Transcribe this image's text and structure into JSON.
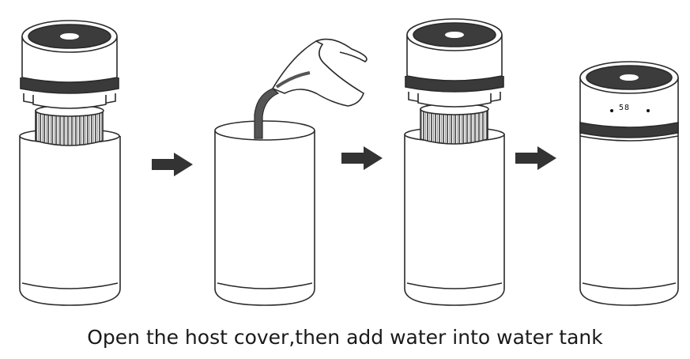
{
  "caption": "Open the host cover,then add water into water tank",
  "display_readout": "58",
  "steps": [
    {
      "id": "step-1",
      "description": "host lifted"
    },
    {
      "id": "step-2",
      "description": "pour water"
    },
    {
      "id": "step-3",
      "description": "host lifted"
    },
    {
      "id": "step-4",
      "description": "assembled"
    }
  ],
  "colors": {
    "line": "#2a2a2a",
    "arrow": "#333333",
    "filter": "#555555"
  }
}
